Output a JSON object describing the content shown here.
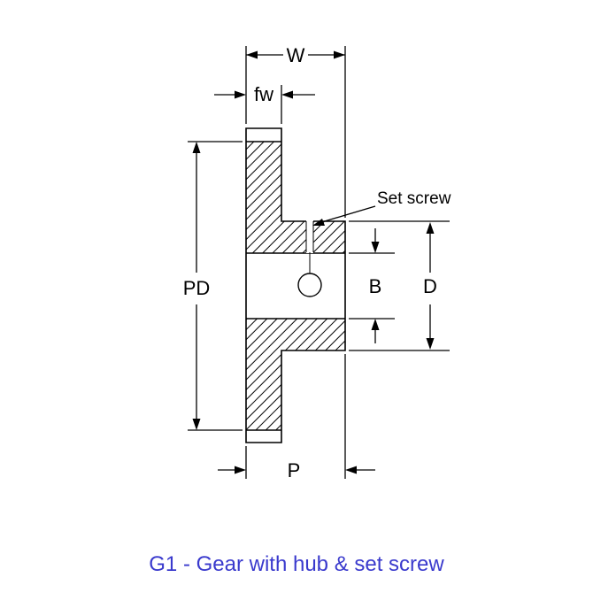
{
  "figure": {
    "caption": "G1 - Gear with hub & set screw",
    "caption_color": "#3a3acd"
  },
  "dimensions": {
    "overall_width": "W",
    "face_width": "fw",
    "pitch_diameter": "PD",
    "bore_diameter": "B",
    "hub_diameter": "D",
    "hub_projection": "P"
  },
  "annotations": {
    "set_screw": "Set screw"
  },
  "colors": {
    "line": "#000000",
    "background": "#ffffff"
  }
}
